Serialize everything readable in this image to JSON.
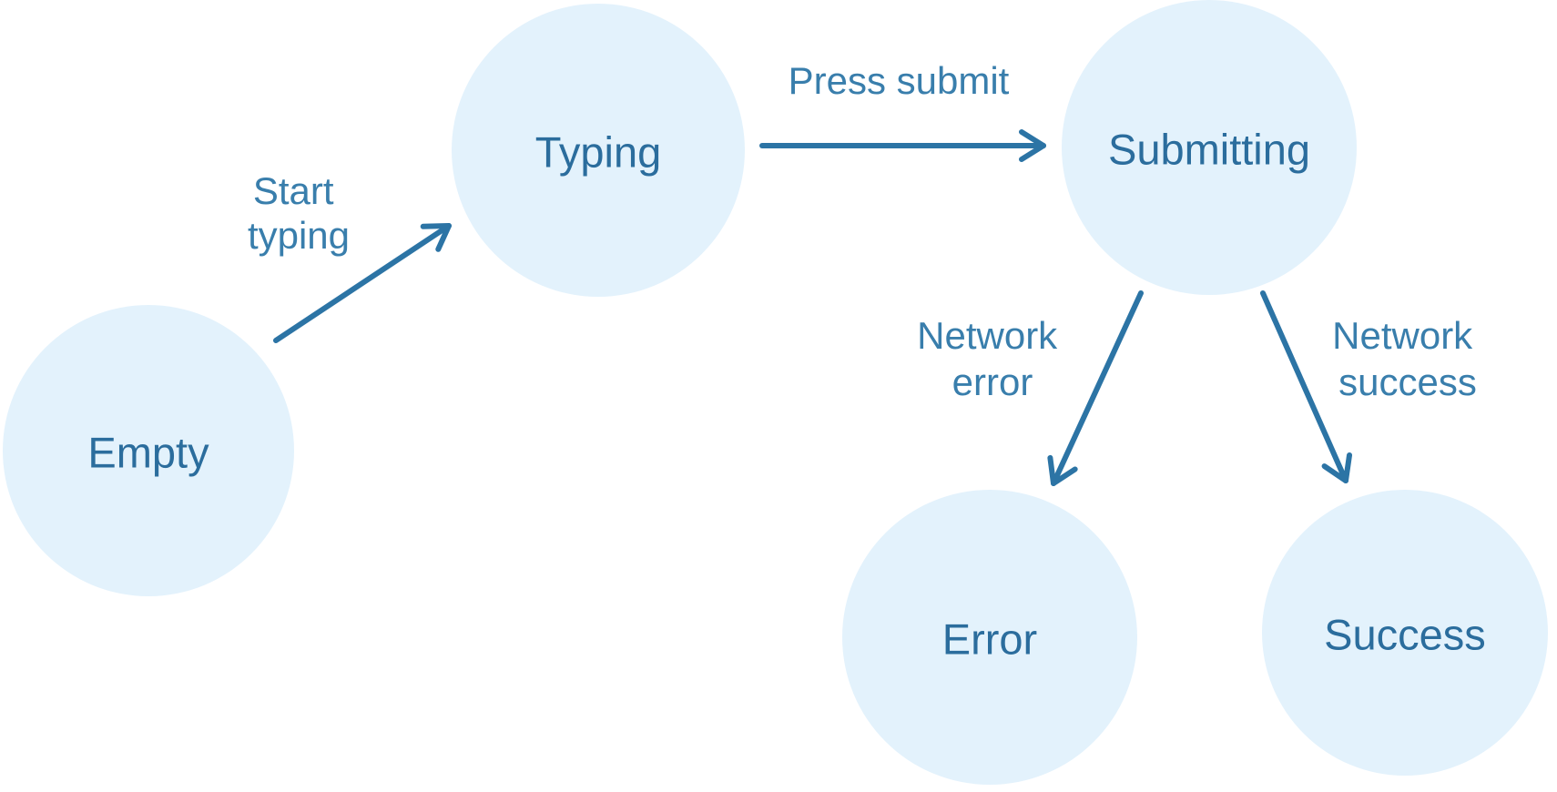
{
  "diagram": {
    "type": "state-machine",
    "colors": {
      "background": "#ffffff",
      "node_fill": "#e3f2fc",
      "node_text": "#2b6d9d",
      "edge": "#2c74a5",
      "edge_label": "#2f78a8"
    },
    "states": [
      {
        "id": "empty",
        "label": "Empty"
      },
      {
        "id": "typing",
        "label": "Typing"
      },
      {
        "id": "submitting",
        "label": "Submitting"
      },
      {
        "id": "error",
        "label": "Error"
      },
      {
        "id": "success",
        "label": "Success"
      }
    ],
    "transitions": [
      {
        "from": "empty",
        "to": "typing",
        "label": "Start typing",
        "label_lines": [
          "Start",
          "typing"
        ]
      },
      {
        "from": "typing",
        "to": "submitting",
        "label": "Press submit",
        "label_lines": [
          "Press submit"
        ]
      },
      {
        "from": "submitting",
        "to": "error",
        "label": "Network error",
        "label_lines": [
          "Network",
          "error"
        ]
      },
      {
        "from": "submitting",
        "to": "success",
        "label": "Network success",
        "label_lines": [
          "Network",
          "success"
        ]
      }
    ]
  }
}
